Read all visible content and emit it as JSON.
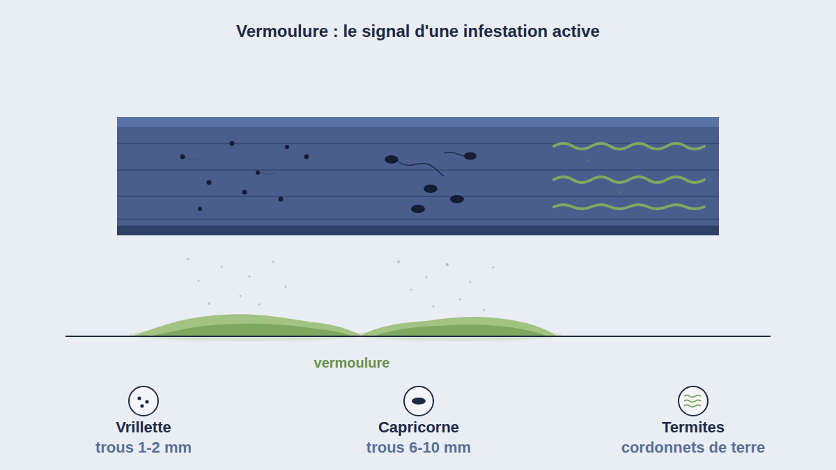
{
  "diagram": {
    "title": "Vermoulure : le signal d'une infestation active",
    "labels": [
      "vermoulure",
      "Vrillette",
      "trous 1-2 mm",
      "Capricorne",
      "trous 6-10 mm",
      "Termites",
      "cordonnets de terre"
    ]
  }
}
